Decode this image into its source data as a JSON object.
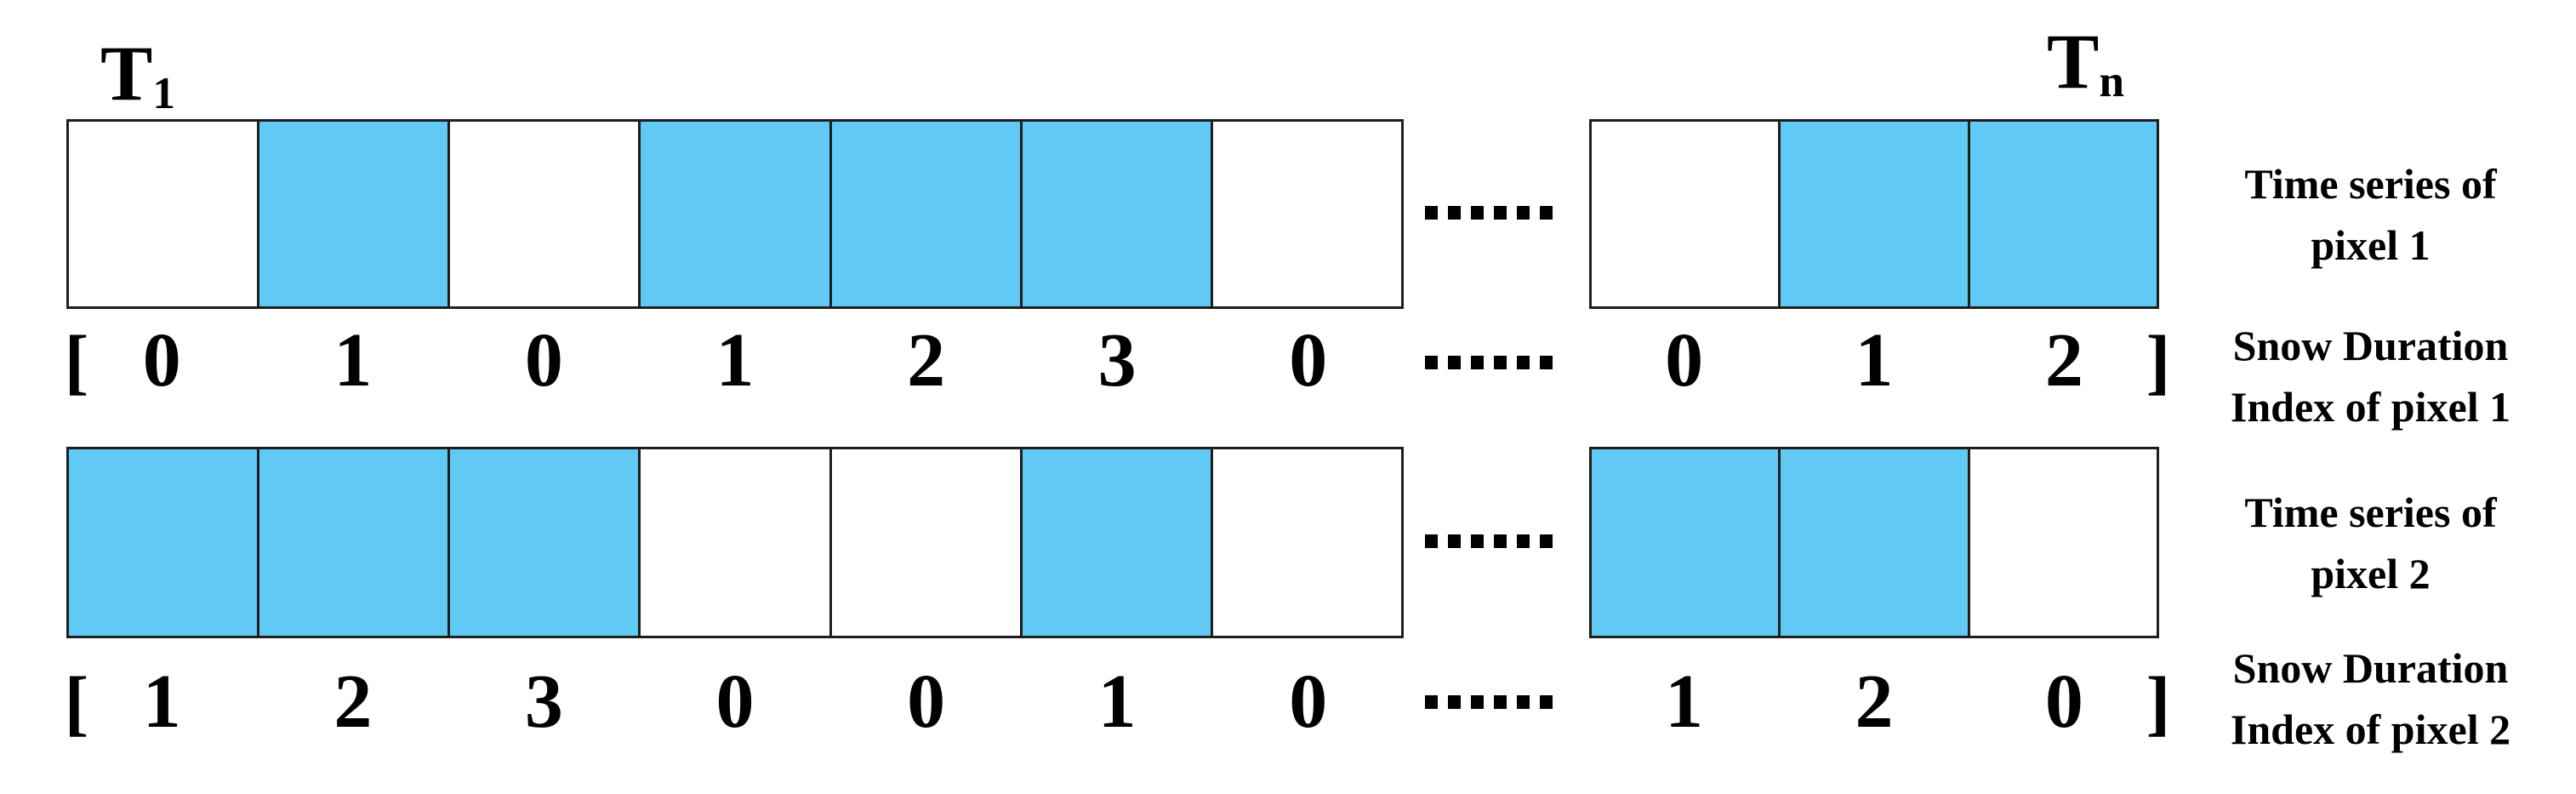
{
  "timeline": {
    "start_label": {
      "base": "T",
      "sub": "1"
    },
    "end_label": {
      "base": "T",
      "sub": "n"
    }
  },
  "colors": {
    "snow_fill": "#60C9F4",
    "clear_fill": "#FFFFFF",
    "border": "#1E1E1E",
    "text": "#000000"
  },
  "rows": [
    {
      "time_series_label": [
        "Time series of",
        "pixel 1"
      ],
      "index_label": [
        "Snow Duration",
        "Index of pixel 1"
      ],
      "open_bracket": "[",
      "close_bracket": "]",
      "gap_dots": "......",
      "left": {
        "snow": [
          false,
          true,
          false,
          true,
          true,
          true,
          false
        ],
        "indices": [
          "0",
          "1",
          "0",
          "1",
          "2",
          "3",
          "0"
        ]
      },
      "right": {
        "snow": [
          false,
          true,
          true
        ],
        "indices": [
          "0",
          "1",
          "2"
        ]
      }
    },
    {
      "time_series_label": [
        "Time series of",
        "pixel 2"
      ],
      "index_label": [
        "Snow Duration",
        "Index of pixel 2"
      ],
      "open_bracket": "[",
      "close_bracket": "]",
      "gap_dots": "......",
      "left": {
        "snow": [
          true,
          true,
          true,
          false,
          false,
          true,
          false
        ],
        "indices": [
          "1",
          "2",
          "3",
          "0",
          "0",
          "1",
          "0"
        ]
      },
      "right": {
        "snow": [
          true,
          true,
          false
        ],
        "indices": [
          "1",
          "2",
          "0"
        ]
      }
    }
  ]
}
